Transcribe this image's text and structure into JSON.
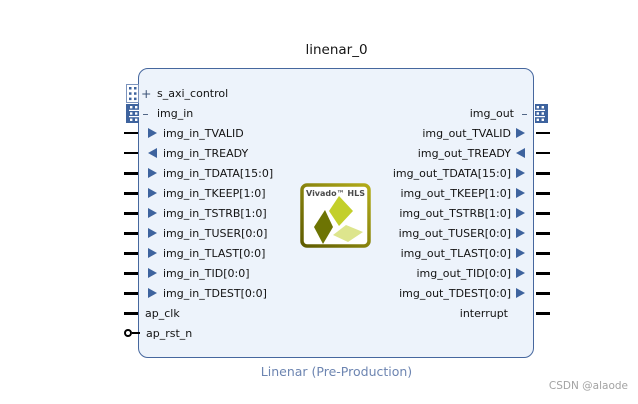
{
  "title": "linenar_0",
  "subtitle": "Linenar (Pre-Production)",
  "watermark": "CSDN @alaode",
  "logo_label": "Vivado™ HLS",
  "colors": {
    "block_fill": "#edf3fb",
    "block_border": "#46679e",
    "pin_arrow": "#3e639e",
    "subtitle_text": "#6d85b1"
  },
  "block": {
    "left_ports": [
      {
        "label": "s_axi_control",
        "sign": "+",
        "type": "bus-interface",
        "state": "collapsed"
      },
      {
        "label": "img_in",
        "sign": "–",
        "type": "bus-interface",
        "state": "expanded"
      },
      {
        "label": "img_in_TVALID",
        "dir": "in",
        "wire": "single"
      },
      {
        "label": "img_in_TREADY",
        "dir": "out",
        "wire": "single"
      },
      {
        "label": "img_in_TDATA[15:0]",
        "dir": "in",
        "wire": "bus"
      },
      {
        "label": "img_in_TKEEP[1:0]",
        "dir": "in",
        "wire": "bus"
      },
      {
        "label": "img_in_TSTRB[1:0]",
        "dir": "in",
        "wire": "bus"
      },
      {
        "label": "img_in_TUSER[0:0]",
        "dir": "in",
        "wire": "bus"
      },
      {
        "label": "img_in_TLAST[0:0]",
        "dir": "in",
        "wire": "bus"
      },
      {
        "label": "img_in_TID[0:0]",
        "dir": "in",
        "wire": "bus"
      },
      {
        "label": "img_in_TDEST[0:0]",
        "dir": "in",
        "wire": "bus"
      },
      {
        "label": "ap_clk",
        "dir": "in",
        "wire": "clock"
      },
      {
        "label": "ap_rst_n",
        "dir": "in",
        "wire": "reset-active-low"
      }
    ],
    "right_ports": [
      {
        "label": "img_out",
        "sign": "–",
        "type": "bus-interface",
        "state": "expanded"
      },
      {
        "label": "img_out_TVALID",
        "dir": "out",
        "wire": "single"
      },
      {
        "label": "img_out_TREADY",
        "dir": "in",
        "wire": "single"
      },
      {
        "label": "img_out_TDATA[15:0]",
        "dir": "out",
        "wire": "bus"
      },
      {
        "label": "img_out_TKEEP[1:0]",
        "dir": "out",
        "wire": "bus"
      },
      {
        "label": "img_out_TSTRB[1:0]",
        "dir": "out",
        "wire": "bus"
      },
      {
        "label": "img_out_TUSER[0:0]",
        "dir": "out",
        "wire": "bus"
      },
      {
        "label": "img_out_TLAST[0:0]",
        "dir": "out",
        "wire": "bus"
      },
      {
        "label": "img_out_TID[0:0]",
        "dir": "out",
        "wire": "bus"
      },
      {
        "label": "img_out_TDEST[0:0]",
        "dir": "out",
        "wire": "bus"
      },
      {
        "label": "interrupt",
        "dir": "out",
        "wire": "single"
      }
    ]
  }
}
